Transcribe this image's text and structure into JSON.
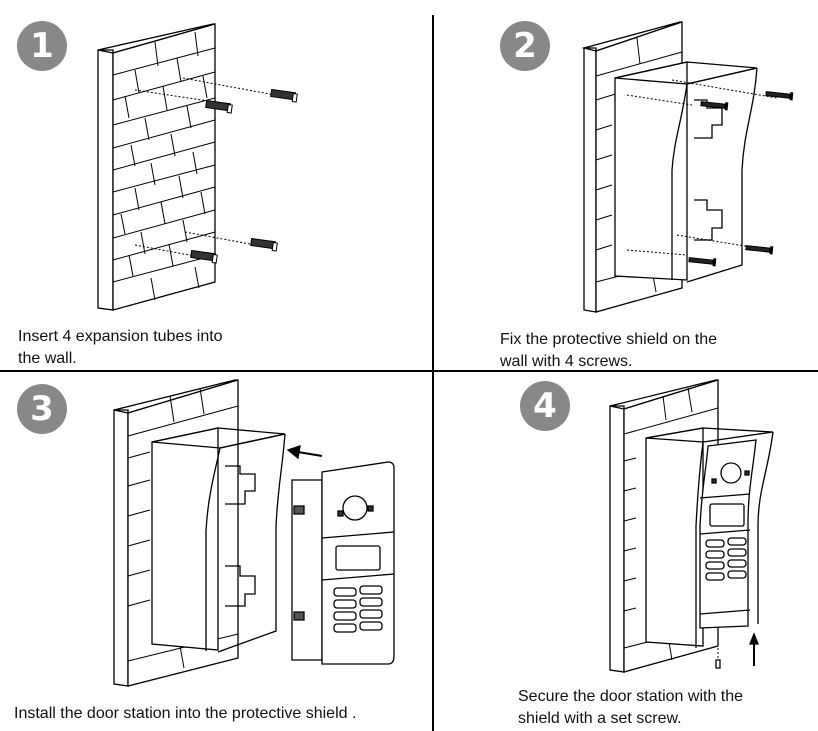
{
  "steps": [
    {
      "number": "1",
      "caption_line1": "Insert 4 expansion tubes into",
      "caption_line2": "the wall.",
      "illustration": "brick-wall-with-expansion-tubes"
    },
    {
      "number": "2",
      "caption_line1": "Fix the protective shield on the",
      "caption_line2": "wall with 4 screws.",
      "illustration": "protective-shield-screwed-to-wall"
    },
    {
      "number": "3",
      "caption_line1": "Install the door station into the protective shield .",
      "caption_line2": "",
      "illustration": "door-station-sliding-into-shield"
    },
    {
      "number": "4",
      "caption_line1": "Secure the door station with the",
      "caption_line2": "shield with a set screw.",
      "illustration": "door-station-secured-with-set-screw"
    }
  ],
  "colors": {
    "badge": "#888888",
    "badge_text": "#ffffff",
    "line": "#000000"
  }
}
